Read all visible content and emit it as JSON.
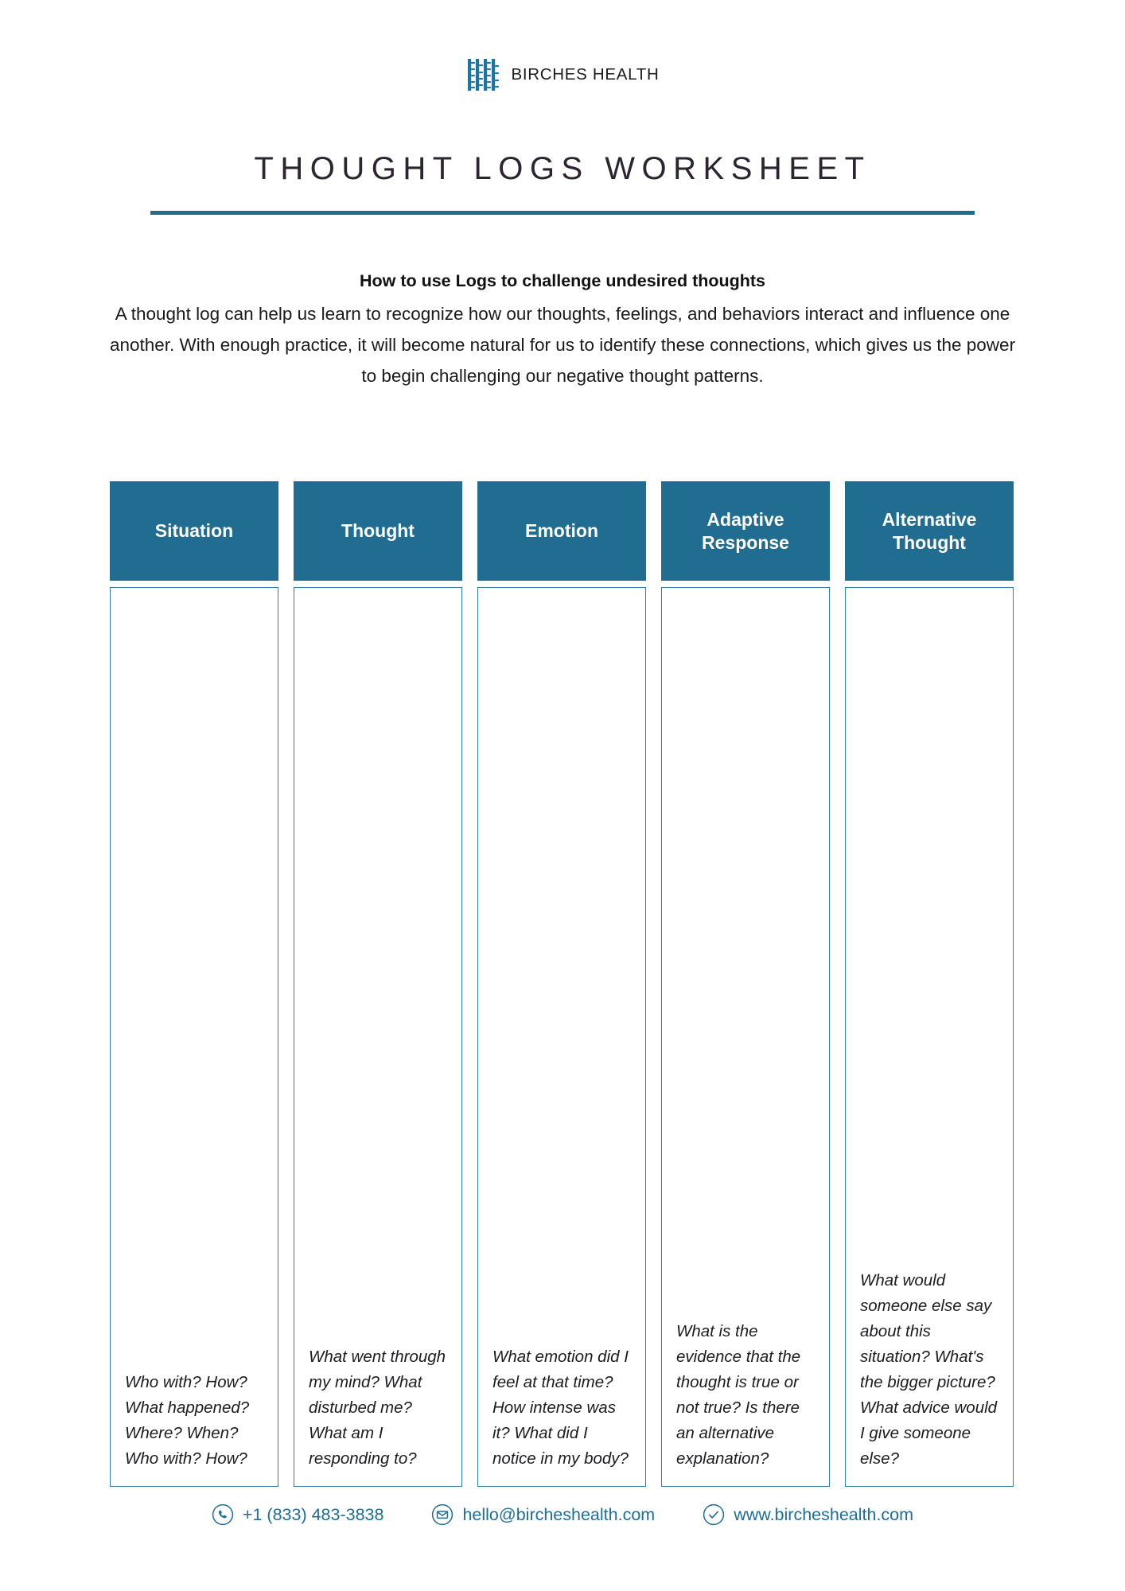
{
  "brand": {
    "name": "BIRCHES HEALTH",
    "logo_icon": "birch-trees-logo",
    "accent_color": "#216c91"
  },
  "title": "THOUGHT LOGS WORKSHEET",
  "intro": {
    "heading": "How to use Logs to challenge undesired thoughts",
    "body": "A thought log can help us learn to recognize how our thoughts, feelings, and behaviors interact and influence one another. With enough practice, it will become natural for us to identify these connections, which gives us the power to begin challenging our negative thought patterns."
  },
  "table": {
    "columns": [
      {
        "header": "Situation",
        "prompt": "Who with? How? What happened? Where? When? Who with? How?",
        "value": ""
      },
      {
        "header": "Thought",
        "prompt": "What went through my mind? What disturbed me? What am I responding to?",
        "value": ""
      },
      {
        "header": "Emotion",
        "prompt": "What emotion did I feel at that time? How intense was it? What did I notice in my body?",
        "value": ""
      },
      {
        "header": "Adaptive Response",
        "prompt": "What is the evidence that the thought is true or not true? Is there an alternative explanation?",
        "value": ""
      },
      {
        "header": "Alternative Thought",
        "prompt": "What would someone else say about this situation? What's the bigger picture? What advice would I give someone else?",
        "value": ""
      }
    ]
  },
  "footer": {
    "items": [
      {
        "icon": "phone-icon",
        "text": "+1 (833) 483-3838"
      },
      {
        "icon": "envelope-icon",
        "text": "hello@bircheshealth.com"
      },
      {
        "icon": "check-circle-icon",
        "text": "www.bircheshealth.com"
      }
    ]
  }
}
